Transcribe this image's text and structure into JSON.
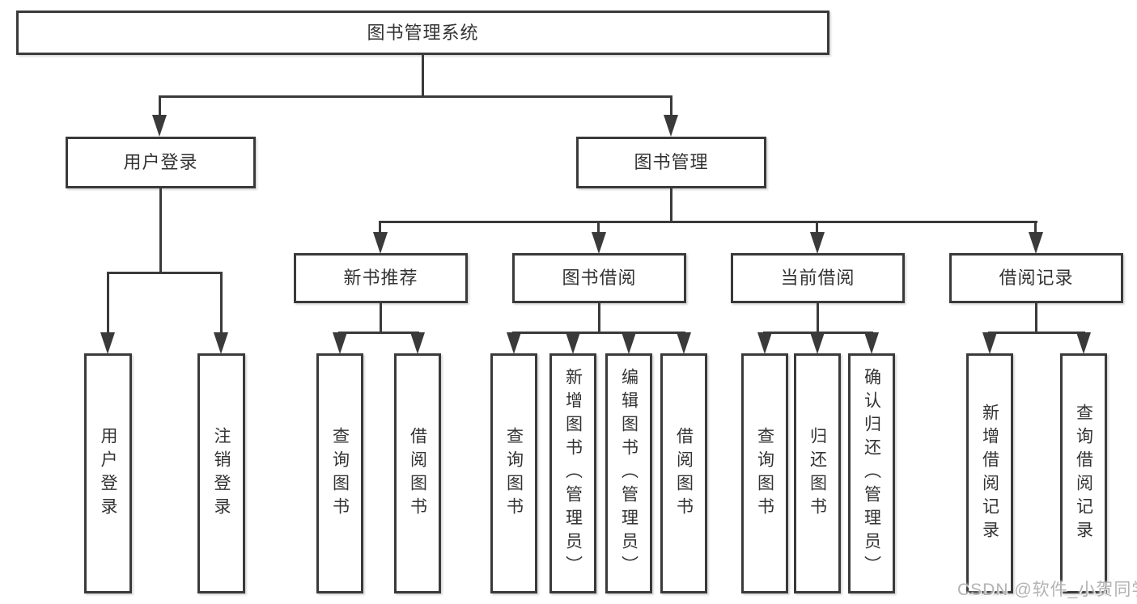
{
  "tree": {
    "root": {
      "label": "图书管理系统"
    },
    "branches": [
      {
        "label": "用户登录",
        "children": [
          {
            "label": "用户登录"
          },
          {
            "label": "注销登录"
          }
        ]
      },
      {
        "label": "图书管理",
        "children": [
          {
            "label": "新书推荐",
            "children": [
              {
                "label": "查询图书"
              },
              {
                "label": "借阅图书"
              }
            ]
          },
          {
            "label": "图书借阅",
            "children": [
              {
                "label": "查询图书"
              },
              {
                "label": "新增图书（管理员）"
              },
              {
                "label": "编辑图书（管理员）"
              },
              {
                "label": "借阅图书"
              }
            ]
          },
          {
            "label": "当前借阅",
            "children": [
              {
                "label": "查询图书"
              },
              {
                "label": "归还图书"
              },
              {
                "label": "确认归还（管理员）"
              }
            ]
          },
          {
            "label": "借阅记录",
            "children": [
              {
                "label": "新增借阅记录"
              },
              {
                "label": "查询借阅记录"
              }
            ]
          }
        ]
      }
    ]
  },
  "watermark": {
    "text": "CSDN @软件_小贺同学"
  },
  "colors": {
    "line": "#3a3a3a",
    "text": "#333333",
    "background": "#ffffff",
    "watermark": "#b3b3b6"
  }
}
